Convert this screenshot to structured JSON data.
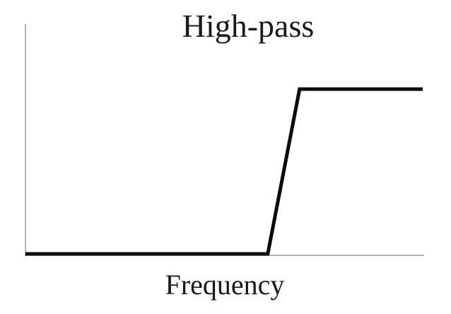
{
  "diagram": {
    "title": "High-pass",
    "xlabel": "Frequency",
    "response": {
      "type": "line",
      "x": [
        0,
        0.61,
        0.69,
        1.0
      ],
      "y": [
        0,
        0,
        1,
        1
      ],
      "line_color": "#0a0a0a"
    },
    "axis_color": "#9a9a9a"
  }
}
